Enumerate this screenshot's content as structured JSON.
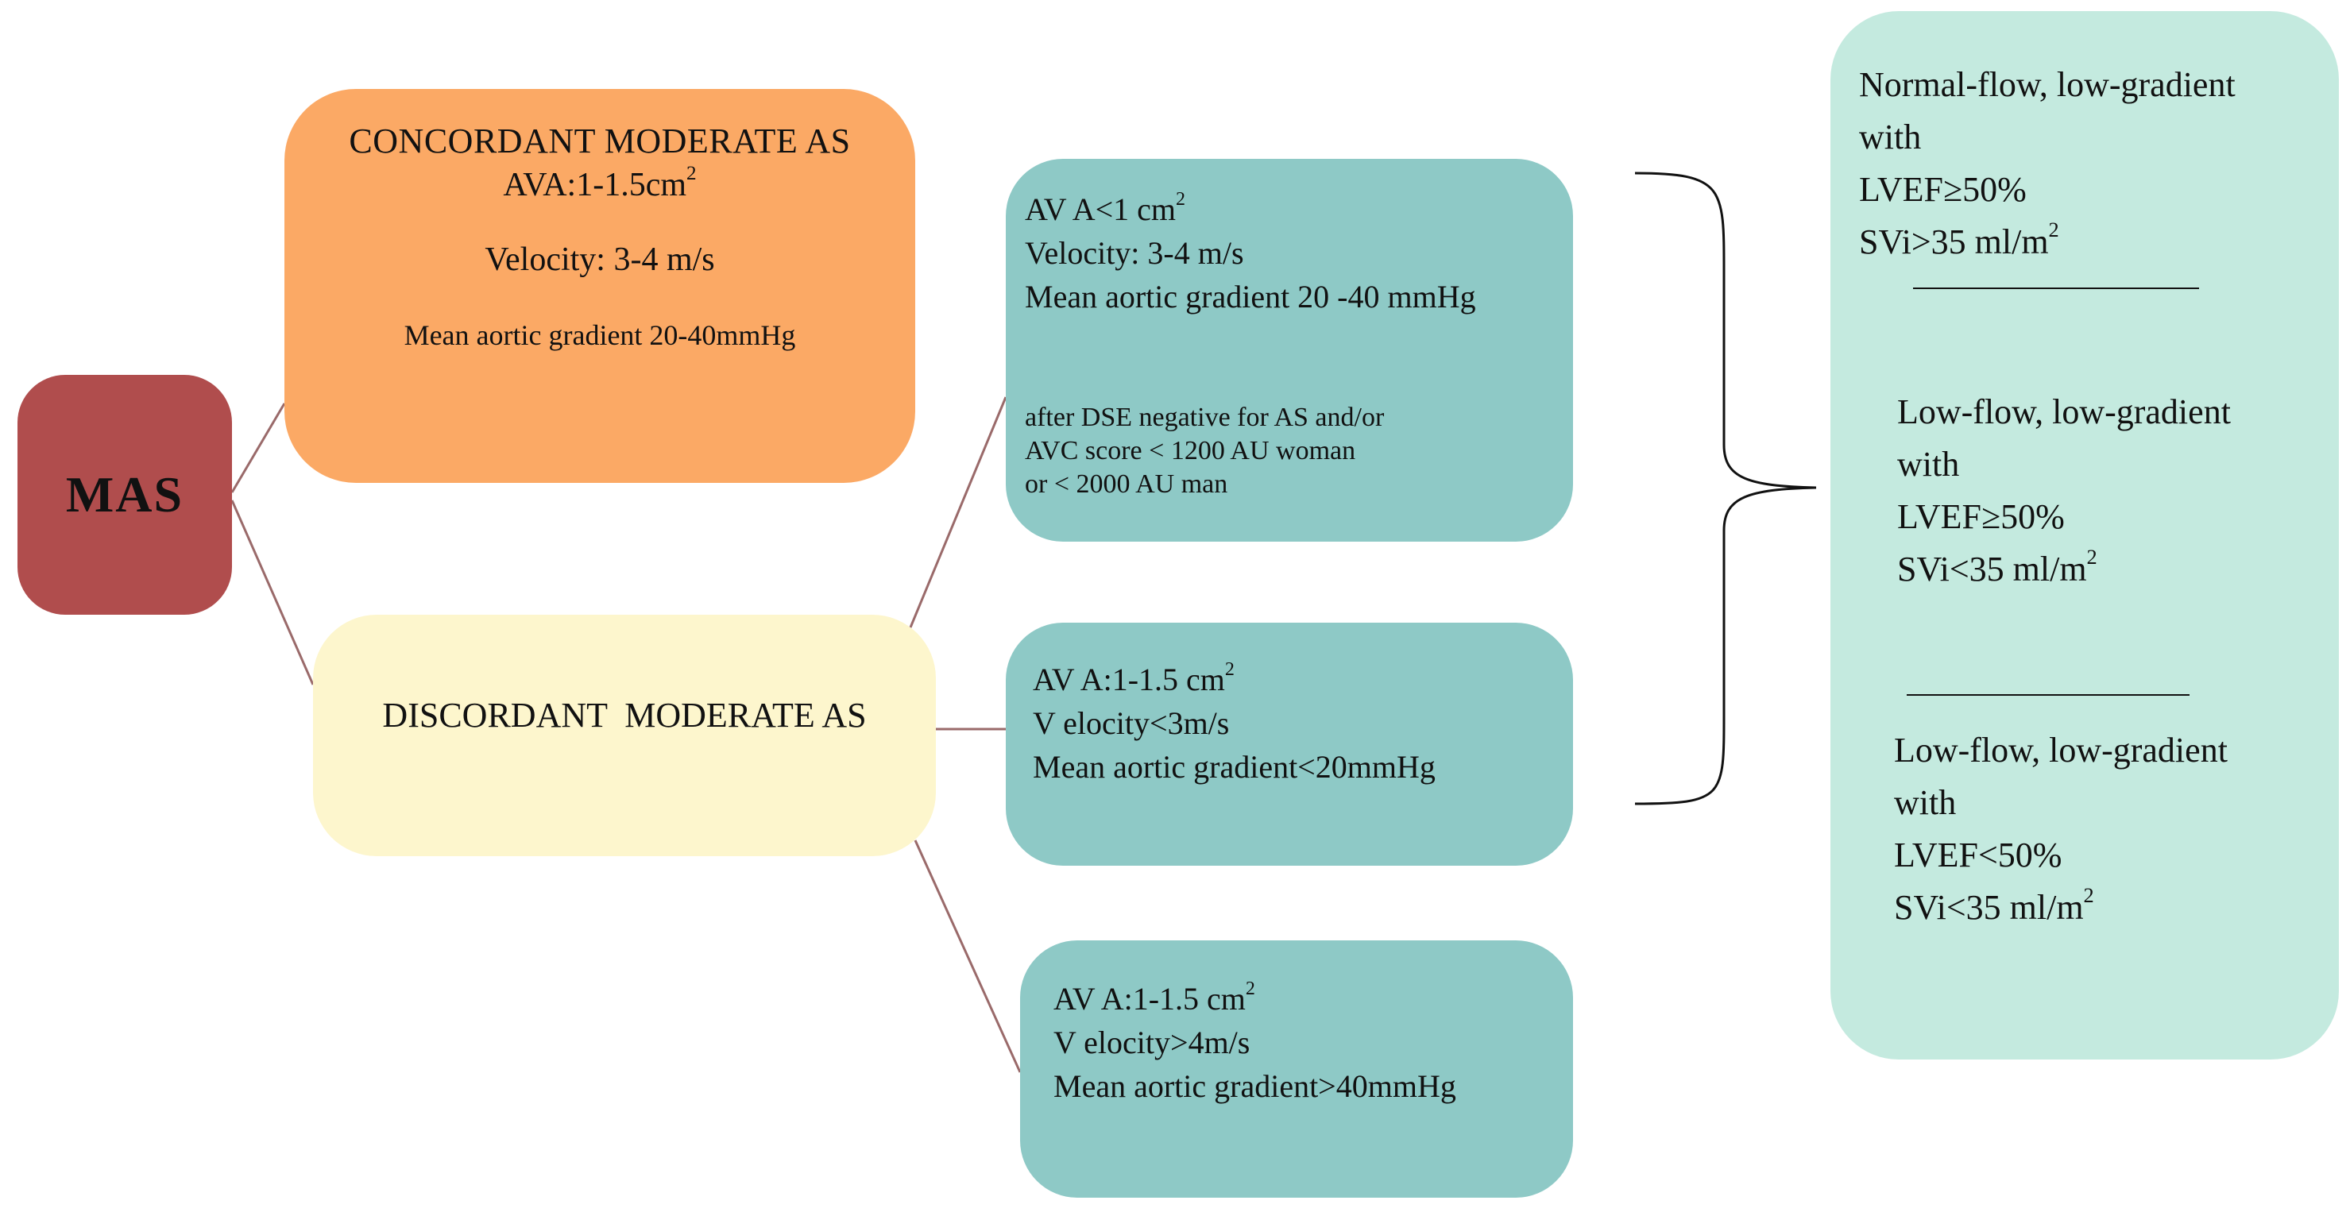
{
  "colors": {
    "mas": "#b04d4d",
    "concordant": "#fba965",
    "discordant": "#fdf6cd",
    "teal": "#8ec9c6",
    "mint": "#c4eadf",
    "connector": "#9a6a6a"
  },
  "root": {
    "label": "MAS"
  },
  "concordant": {
    "title": "CONCORDANT MODERATE AS",
    "ava": "AVA:1-1.5cm",
    "ava_sup": "2",
    "velocity": "Velocity: 3-4 m/s",
    "gradient": "Mean aortic gradient 20-40mmHg"
  },
  "discordant": {
    "title": "DISCORDANT  MODERATE AS",
    "branches": [
      {
        "ava": "AV A<1 cm",
        "ava_sup": "2",
        "velocity": "Velocity: 3-4 m/s",
        "gradient": "Mean aortic gradient 20 -40 mmHg",
        "note": [
          "after DSE negative for AS and/or",
          "AVC score < 1200 AU woman",
          "or < 2000 AU man"
        ]
      },
      {
        "ava": "AV A:1-1.5 cm",
        "ava_sup": "2",
        "velocity": "V elocity<3m/s",
        "gradient": "Mean aortic gradient<20mmHg"
      },
      {
        "ava": "AV A:1-1.5 cm",
        "ava_sup": "2",
        "velocity": "V elocity>4m/s",
        "gradient": "Mean aortic gradient>40mmHg"
      }
    ]
  },
  "outcomes": [
    {
      "lines": [
        "Normal-flow, low-gradient",
        "with",
        "LVEF≥50%"
      ],
      "svi": "SVi>35  ml/m",
      "svi_sup": "2"
    },
    {
      "lines": [
        "Low-flow,  low-gradient",
        "with",
        "LVEF≥50%"
      ],
      "svi": "SVi<35  ml/m",
      "svi_sup": "2"
    },
    {
      "lines": [
        "Low-flow,  low-gradient",
        "with",
        "LVEF<50%"
      ],
      "svi": "SVi<35  ml/m",
      "svi_sup": "2"
    }
  ]
}
